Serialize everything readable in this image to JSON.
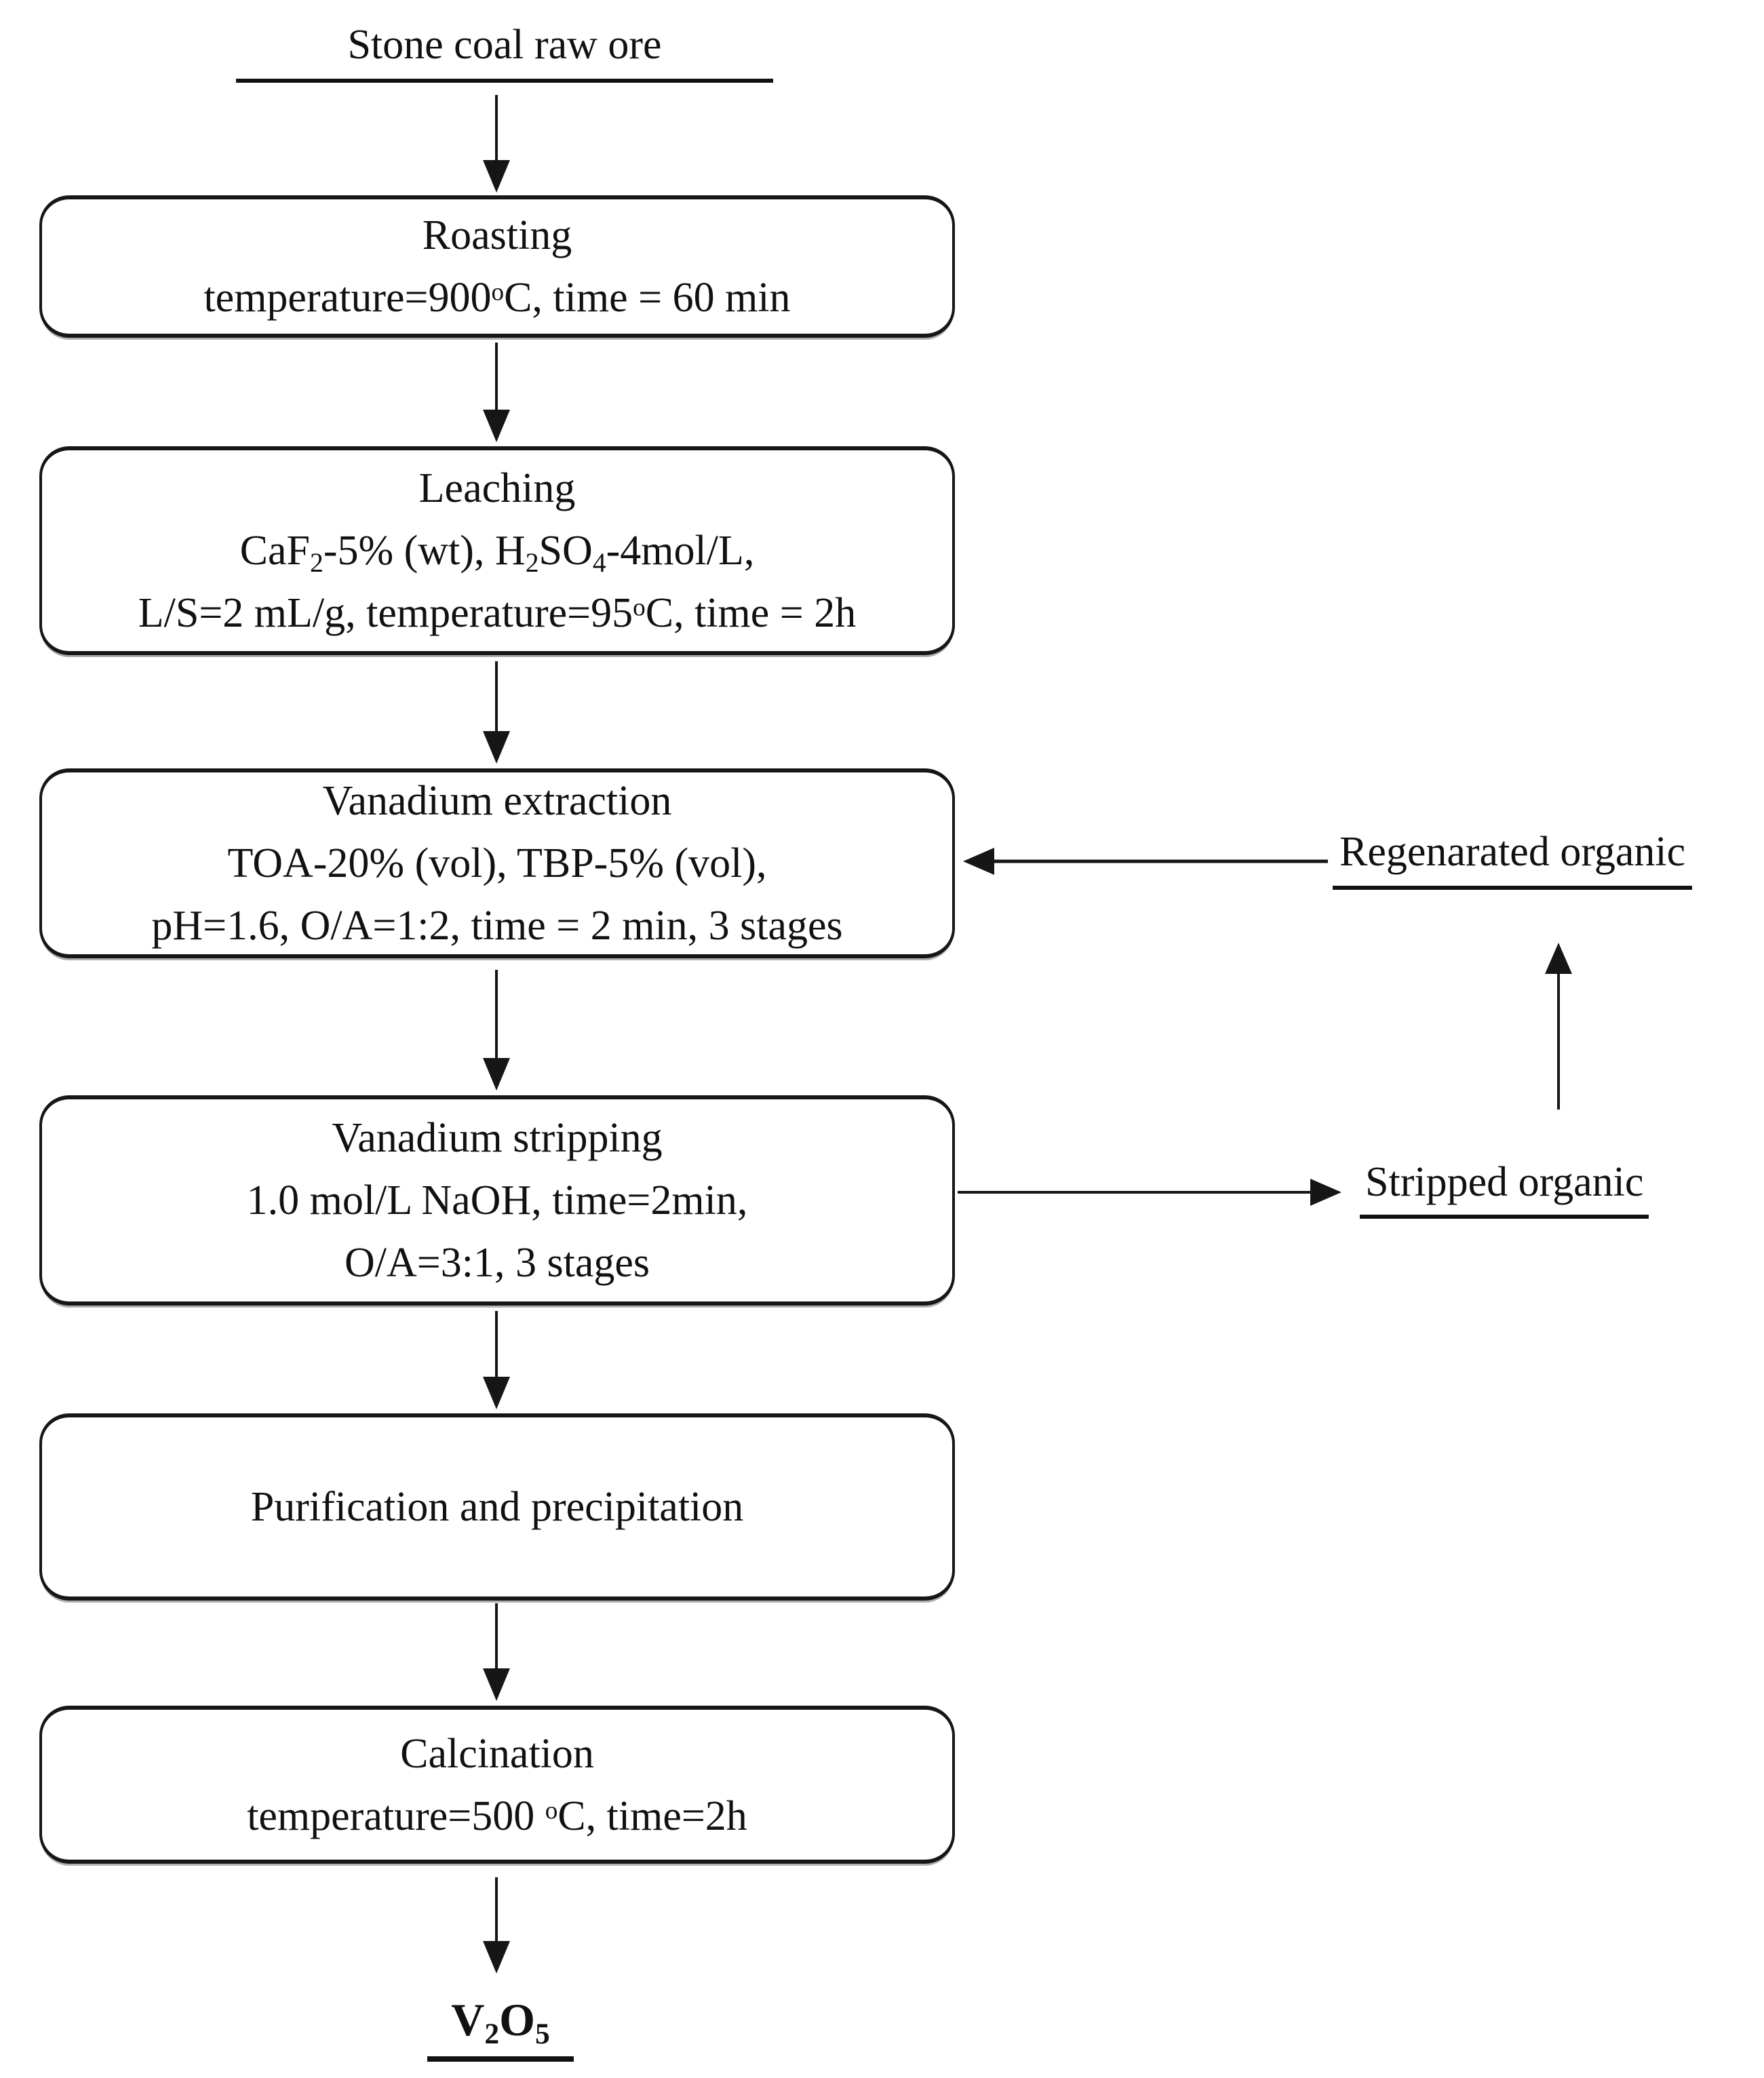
{
  "figure": {
    "background": "#ffffff",
    "ink": "#111111"
  },
  "labels": {
    "source": "Stone coal raw ore",
    "regenerated_organic": "Regenarated organic",
    "stripped_organic": "Stripped organic",
    "product_html": "V<sub>2</sub>O<sub>5</sub>"
  },
  "boxes": [
    {
      "id": "roasting",
      "lines": [
        "Roasting",
        "temperature=900<sup>o</sup>C, time = 60 min"
      ]
    },
    {
      "id": "leaching",
      "lines": [
        "Leaching",
        "CaF<sub>2</sub>-5% (wt), H<sub>2</sub>SO<sub>4</sub>-4mol/L,",
        "L/S=2 mL/g, temperature=95<sup>o</sup>C, time = 2h"
      ]
    },
    {
      "id": "vanadium-extraction",
      "lines": [
        "Vanadium extraction",
        "TOA-20% (vol), TBP-5% (vol),",
        "pH=1.6, O/A=1:2, time = 2 min, 3 stages"
      ]
    },
    {
      "id": "vanadium-stripping",
      "lines": [
        "Vanadium stripping",
        "1.0 mol/L NaOH, time=2min,",
        "O/A=3:1, 3 stages"
      ]
    },
    {
      "id": "purification-precipitation",
      "lines": [
        "Purification and precipitation"
      ]
    },
    {
      "id": "calcination",
      "lines": [
        "Calcination",
        "temperature=500 <sup>o</sup>C, time=2h"
      ]
    }
  ],
  "edges": [
    {
      "from": "stone-coal-raw-ore",
      "to": "roasting"
    },
    {
      "from": "roasting",
      "to": "leaching"
    },
    {
      "from": "leaching",
      "to": "vanadium-extraction"
    },
    {
      "from": "vanadium-extraction",
      "to": "vanadium-stripping"
    },
    {
      "from": "vanadium-stripping",
      "to": "purification-precipitation"
    },
    {
      "from": "purification-precipitation",
      "to": "calcination"
    },
    {
      "from": "calcination",
      "to": "v2o5-product"
    },
    {
      "from": "regenerated-organic",
      "to": "vanadium-extraction"
    },
    {
      "from": "vanadium-stripping",
      "to": "stripped-organic"
    },
    {
      "from": "stripped-organic",
      "to": "regenerated-organic"
    }
  ]
}
